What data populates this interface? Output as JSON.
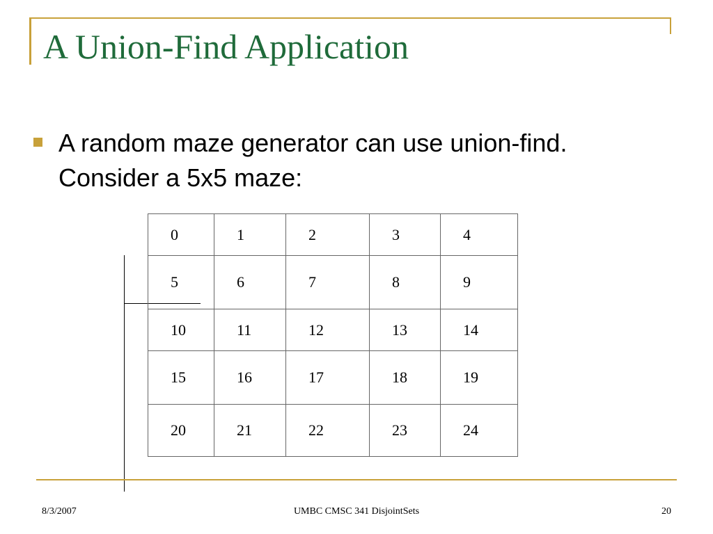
{
  "slide": {
    "title": "A Union-Find Application",
    "bullet": "A random maze generator can use union-find. Consider a 5x5 maze:"
  },
  "maze": {
    "rows": [
      [
        "0",
        "1",
        "2",
        "3",
        "4"
      ],
      [
        "5",
        "6",
        "7",
        "8",
        "9"
      ],
      [
        "10",
        "11",
        "12",
        "13",
        "14"
      ],
      [
        "15",
        "16",
        "17",
        "18",
        "19"
      ],
      [
        "20",
        "21",
        "22",
        "23",
        "24"
      ]
    ]
  },
  "footer": {
    "date": "8/3/2007",
    "course": "UMBC CMSC 341 DisjointSets",
    "page": "20"
  },
  "colors": {
    "accent": "#c8a13a",
    "title": "#1f6b3a"
  }
}
